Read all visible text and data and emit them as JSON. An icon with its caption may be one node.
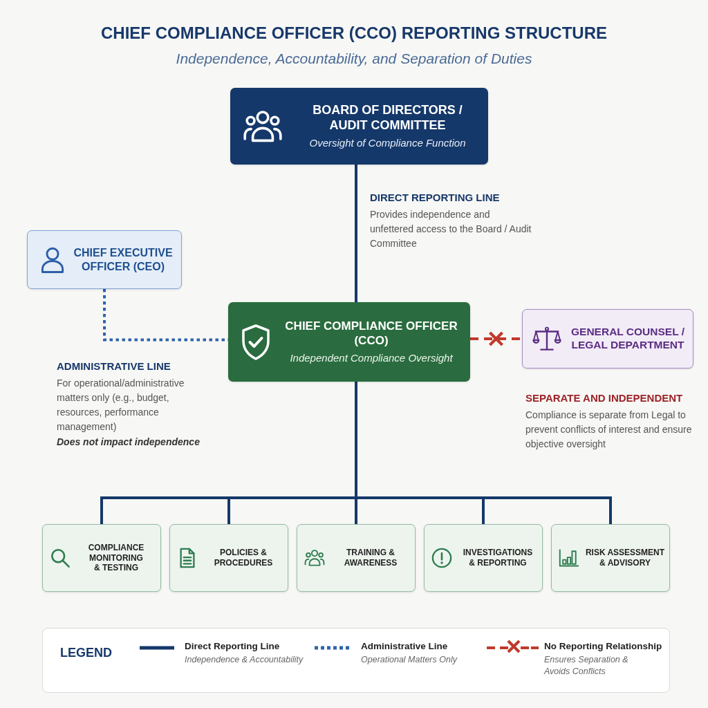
{
  "diagram": {
    "title": "CHIEF COMPLIANCE OFFICER (CCO) REPORTING STRUCTURE",
    "nodes": [
      {
        "text": [
          "BOARD OF DIRECTORS / AUDIT COMMITTEE",
          "Oversight of Compliance Function"
        ]
      },
      {
        "text": [
          "CHIEF EXECUTIVE OFFICER (CEO)"
        ]
      },
      {
        "text": [
          "CHIEF COMPLIANCE OFFICER (CCO)",
          "Independent Compliance Oversight"
        ]
      },
      {
        "text": [
          "GENERAL COUNSEL / LEGAL DEPARTMENT"
        ]
      },
      {
        "text": [
          "COMPLIANCE MONITORING & TESTING"
        ]
      },
      {
        "text": [
          "POLICIES & PROCEDURES"
        ]
      },
      {
        "text": [
          "TRAINING & AWARENESS"
        ]
      },
      {
        "text": [
          "INVESTIGATIONS & REPORTING"
        ]
      },
      {
        "text": [
          "RISK ASSESSMENT & ADVISORY"
        ]
      }
    ],
    "edges": [
      {
        "from": 0,
        "to": 2,
        "arrow": "none"
      },
      {
        "from": 1,
        "to": 2,
        "arrow": "none",
        "style": "dashed",
        "color": "#2e63ae"
      },
      {
        "from": 2,
        "to": 3,
        "arrow": "none",
        "style": "dashed",
        "color": "#c0392b"
      },
      {
        "from": 2,
        "to": 4,
        "arrow": "none"
      },
      {
        "from": 2,
        "to": 5,
        "arrow": "none"
      },
      {
        "from": 2,
        "to": 6,
        "arrow": "none"
      },
      {
        "from": 2,
        "to": 7,
        "arrow": "none"
      },
      {
        "from": 2,
        "to": 8,
        "arrow": "none"
      }
    ],
    "labels": [
      "Independence, Accountability, and Separation of Duties",
      "DIRECT REPORTING LINE",
      "Provides independence and unfettered access to the Board / Audit Committee",
      "ADMINISTRATIVE LINE",
      "For operational/administrative matters only (e.g., budget, resources, performance management)",
      "Does not impact independence",
      "SEPARATE AND INDEPENDENT",
      "Compliance is separate from Legal to prevent conflicts of interest and ensure objective oversight",
      "LEGEND",
      "Independence & Accountability",
      "Operational Matters Only",
      "Ensures Separation & Avoids Conflicts"
    ],
    "legend": [
      {
        "text": "Direct Reporting Line"
      },
      {
        "text": "Administrative Line"
      },
      {
        "text": "No Reporting Relationship"
      }
    ]
  }
}
